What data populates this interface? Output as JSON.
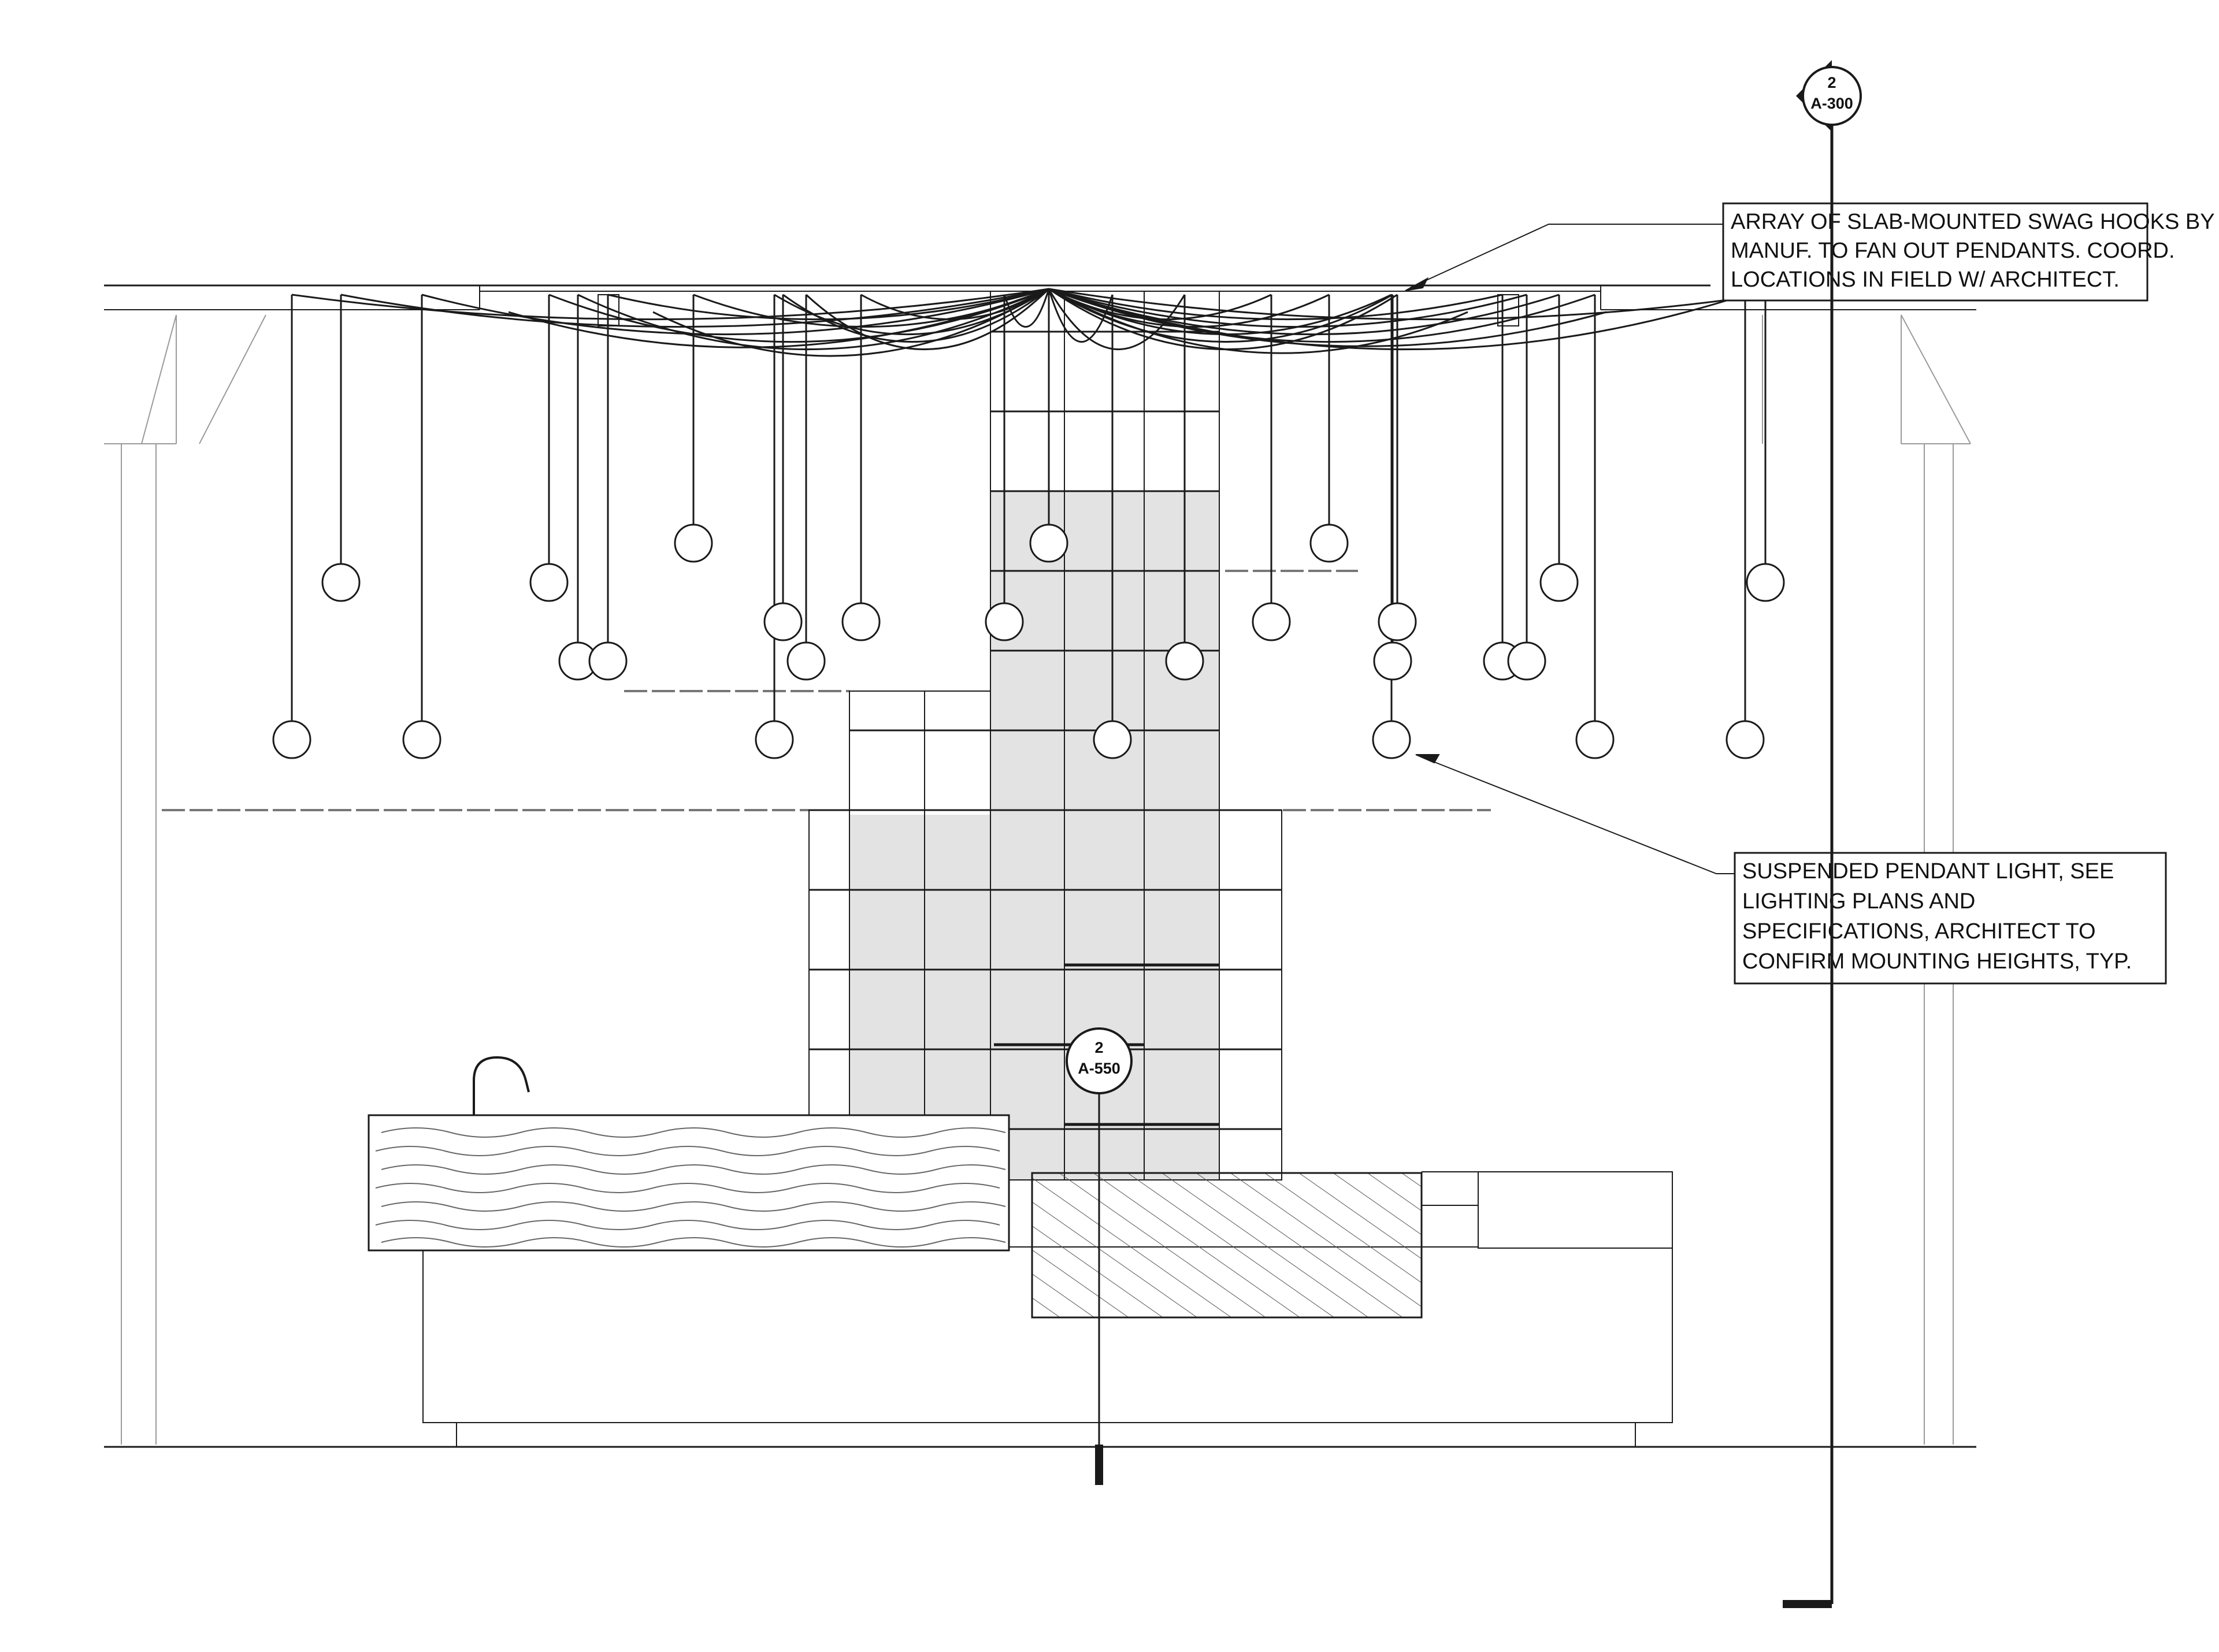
{
  "notes": {
    "swag_hooks": {
      "lines": [
        "ARRAY OF SLAB-MOUNTED SWAG HOOKS BY",
        "MANUF. TO FAN OUT PENDANTS. COORD.",
        "LOCATIONS IN FIELD W/ ARCHITECT."
      ]
    },
    "pendant_light": {
      "lines": [
        "SUSPENDED PENDANT LIGHT, SEE",
        "LIGHTING PLANS AND",
        "SPECIFICATIONS, ARCHITECT TO",
        "CONFIRM MOUNTING HEIGHTS, TYP."
      ]
    }
  },
  "section_marker": {
    "number": "2",
    "sheet": "A-300"
  },
  "detail_marker": {
    "number": "2",
    "sheet": "A-550"
  },
  "colors": {
    "line": "#1a1a1a",
    "light_line": "#9a9a9a",
    "shelf_fill": "#e3e3e3",
    "background": "#ffffff"
  }
}
